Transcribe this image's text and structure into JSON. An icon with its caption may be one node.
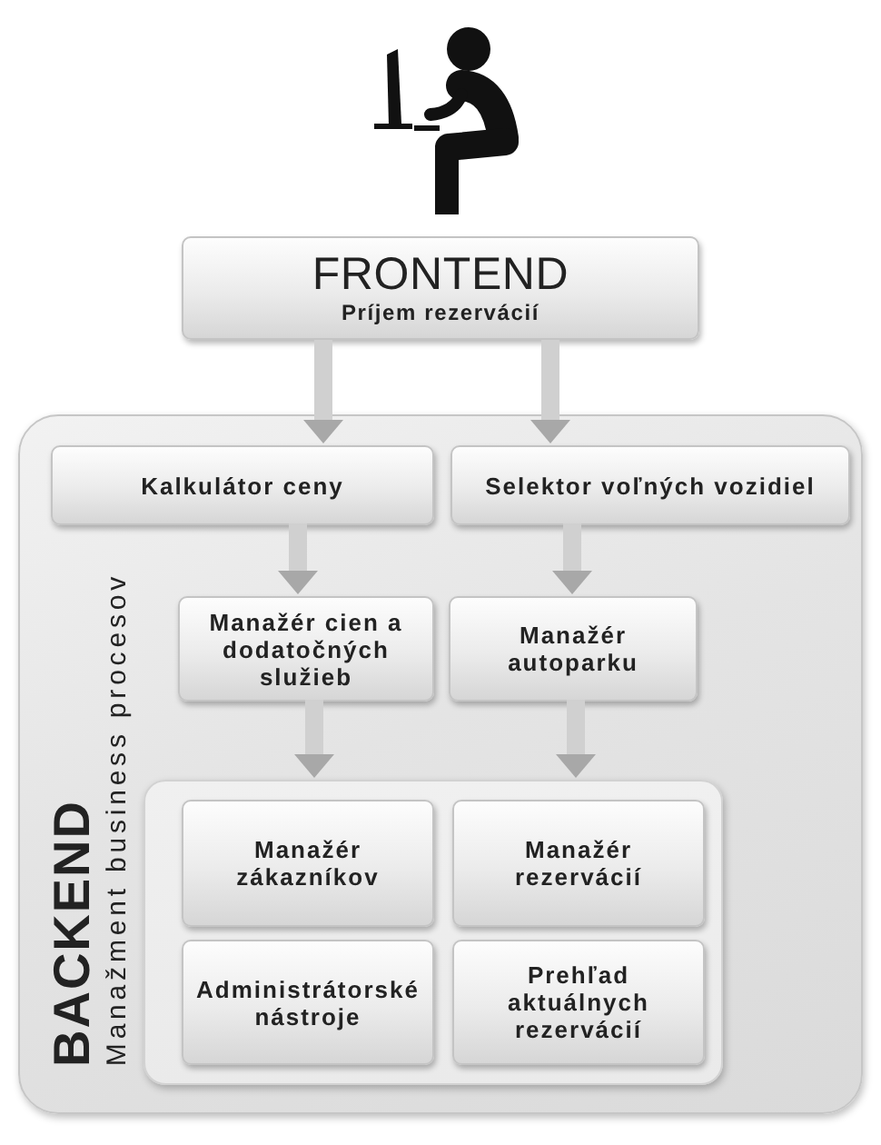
{
  "diagram": {
    "nodes": [
      {
        "text": [
          "FRONTEND",
          "Príjem rezervácií"
        ]
      },
      {
        "text": [
          "BACKEND",
          "Manažment business procesov"
        ]
      },
      {
        "text": [
          "Kalkulátor ceny"
        ],
        "in": 1
      },
      {
        "text": [
          "Selektor voľných vozidiel"
        ],
        "in": 1
      },
      {
        "text": [
          "Manažér cien a dodatočných služieb"
        ],
        "in": 1
      },
      {
        "text": [
          "Manažér autoparku"
        ],
        "in": 1
      },
      {
        "text": [],
        "shape": "box",
        "in": 1
      },
      {
        "text": [
          "Manažér zákazníkov"
        ],
        "in": 6
      },
      {
        "text": [
          "Manažér rezervácií"
        ],
        "in": 6
      },
      {
        "text": [
          "Administrátorské nástroje"
        ],
        "in": 6
      },
      {
        "text": [
          "Prehľad aktuálnych rezervácií"
        ],
        "in": 6
      }
    ],
    "edges": [
      {
        "from": 0,
        "to": 2,
        "arrow": "to"
      },
      {
        "from": 0,
        "to": 3,
        "arrow": "to"
      },
      {
        "from": 2,
        "to": 4,
        "arrow": "to"
      },
      {
        "from": 3,
        "to": 5,
        "arrow": "to"
      },
      {
        "from": 4,
        "to": 6,
        "arrow": "to"
      },
      {
        "from": 5,
        "to": 6,
        "arrow": "to"
      }
    ]
  }
}
